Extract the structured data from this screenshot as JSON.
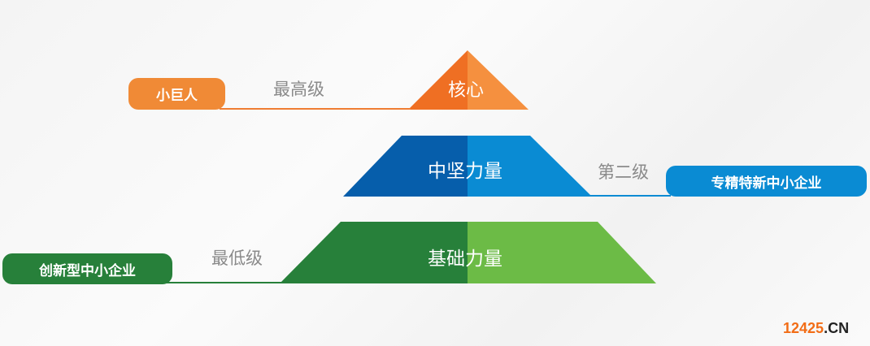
{
  "tiers": [
    {
      "label": "核心",
      "level": "最高级",
      "tag": "小巨人",
      "colors": {
        "dark": "#ef6f23",
        "light": "#f5903f"
      }
    },
    {
      "label": "中坚力量",
      "level": "第二级",
      "tag": "专精特新中小企业",
      "colors": {
        "dark": "#065eab",
        "light": "#0a8bd3"
      }
    },
    {
      "label": "基础力量",
      "level": "最低级",
      "tag": "创新型中小企业",
      "colors": {
        "dark": "#27803a",
        "light": "#6cbb46"
      }
    }
  ],
  "watermark": {
    "number": "12425",
    "suffix": ".CN"
  }
}
